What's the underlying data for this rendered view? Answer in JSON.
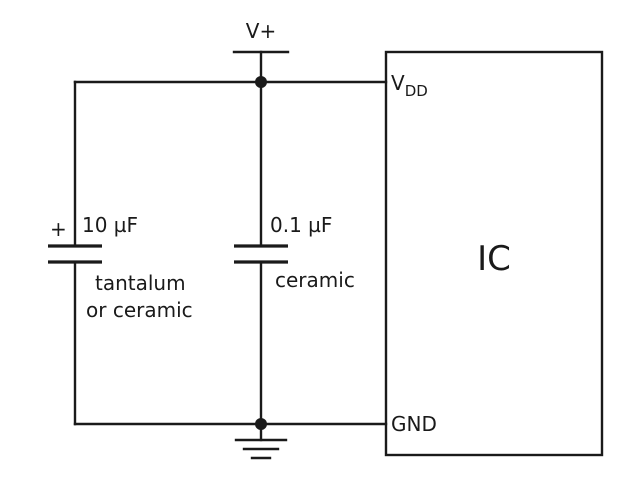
{
  "supply": {
    "label": "V+"
  },
  "ic": {
    "label": "IC",
    "pins": {
      "vdd_main": "V",
      "vdd_sub": "DD",
      "gnd": "GND"
    }
  },
  "capacitors": [
    {
      "polarity": "+",
      "value": "10 µF",
      "type_line1": "tantalum",
      "type_line2": "or ceramic"
    },
    {
      "value": "0.1 µF",
      "type_line1": "ceramic"
    }
  ],
  "colors": {
    "line": "#1a1a1a",
    "background": "#ffffff"
  }
}
